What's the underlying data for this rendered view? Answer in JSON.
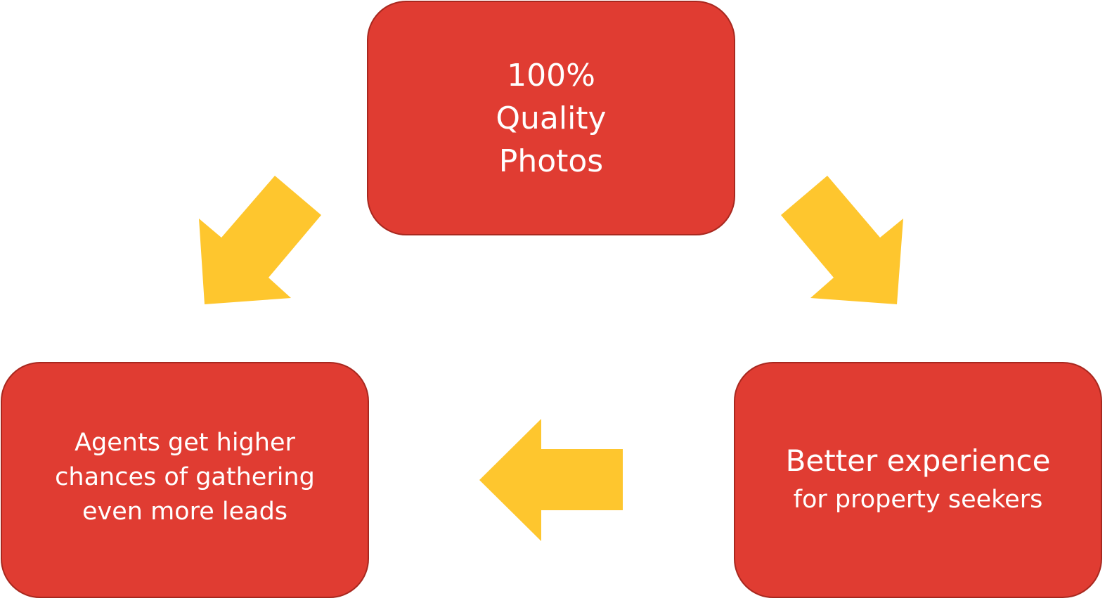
{
  "colors": {
    "box_fill": "#e03c32",
    "box_border": "#a8281f",
    "arrow_fill": "#fec62e",
    "text": "#ffffff"
  },
  "nodes": {
    "top": {
      "lines": [
        "100%",
        "Quality",
        "Photos"
      ]
    },
    "right": {
      "lines": [
        "Better experience",
        "for property seekers"
      ]
    },
    "left": {
      "lines": [
        "Agents get higher",
        "chances of gathering",
        "even more leads"
      ]
    }
  },
  "edges": [
    {
      "from": "top",
      "to": "right",
      "icon": "arrow-down-right-icon"
    },
    {
      "from": "right",
      "to": "left",
      "icon": "arrow-left-icon"
    },
    {
      "from": "top",
      "to": "left",
      "icon": "arrow-down-left-icon"
    }
  ]
}
